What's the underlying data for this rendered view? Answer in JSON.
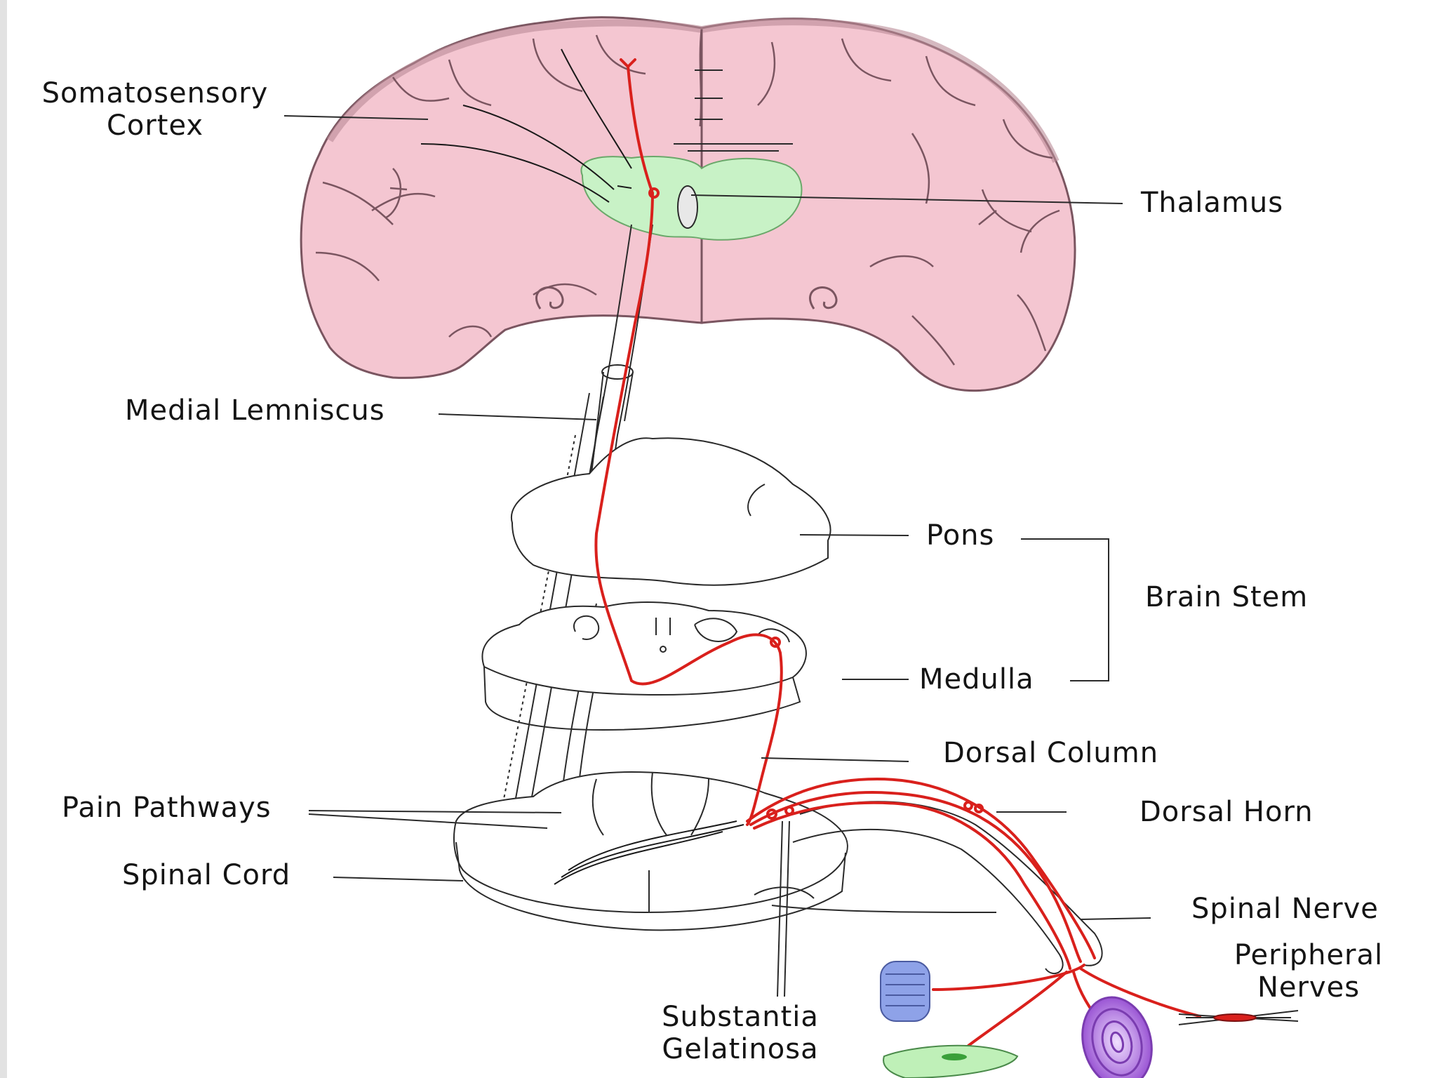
{
  "diagram": {
    "labels": {
      "somatosensory_cortex": [
        "Somatosensory",
        "Cortex"
      ],
      "thalamus": "Thalamus",
      "medial_lemniscus": "Medial Lemniscus",
      "pons": "Pons",
      "brain_stem": "Brain Stem",
      "medulla": "Medulla",
      "dorsal_column": "Dorsal Column",
      "pain_pathways": "Pain Pathways",
      "dorsal_horn": "Dorsal Horn",
      "spinal_cord": "Spinal Cord",
      "spinal_nerve": "Spinal Nerve",
      "peripheral_nerves": [
        "Peripheral",
        "Nerves"
      ],
      "substantia_gelatinosa": [
        "Substantia",
        "Gelatinosa"
      ]
    },
    "colors": {
      "cortex_fill": "#f4c6d1",
      "thalamus_fill": "#c8f2c6",
      "pathway": "#d9201c",
      "outline": "#2a2a2a",
      "receptor_blue": "#8ea2e8",
      "receptor_purple": "#a05ed6",
      "receptor_green": "#bff0b8"
    }
  }
}
